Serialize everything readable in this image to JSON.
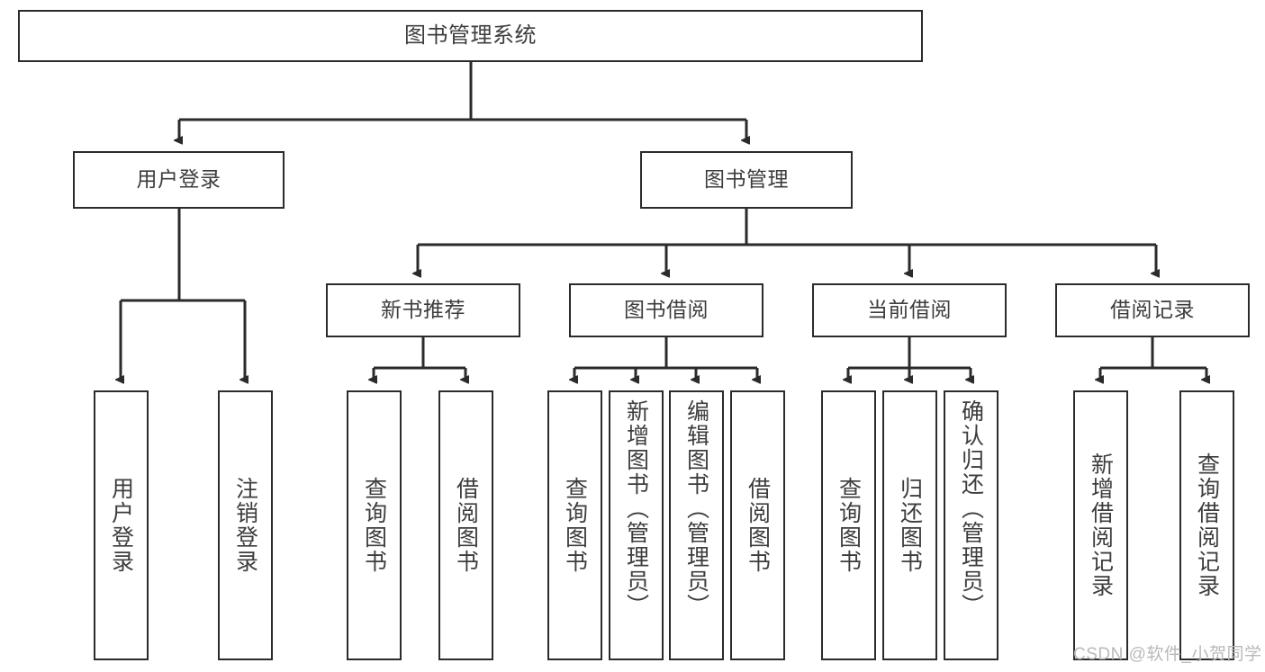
{
  "diagram": {
    "title": "图书管理系统",
    "type": "tree",
    "orientation": "top-down",
    "colors": {
      "node_border": "#2b2b2b",
      "node_fill": "#ffffff",
      "edge": "#2b2b2b",
      "text": "#3d3d3d",
      "watermark": "#b9b9b9"
    },
    "nodes": {
      "root": {
        "id": "root",
        "label": "图书管理系统",
        "level": 0,
        "text_direction": "horizontal"
      },
      "level1": [
        {
          "id": "user-login",
          "label": "用户登录",
          "level": 1,
          "text_direction": "horizontal"
        },
        {
          "id": "book-manage",
          "label": "图书管理",
          "level": 1,
          "text_direction": "horizontal"
        }
      ],
      "level2": [
        {
          "id": "new-book-recommend",
          "label": "新书推荐",
          "level": 2,
          "parent": "book-manage",
          "text_direction": "horizontal"
        },
        {
          "id": "book-borrow",
          "label": "图书借阅",
          "level": 2,
          "parent": "book-manage",
          "text_direction": "horizontal"
        },
        {
          "id": "current-borrow",
          "label": "当前借阅",
          "level": 2,
          "parent": "book-manage",
          "text_direction": "horizontal"
        },
        {
          "id": "borrow-record",
          "label": "借阅记录",
          "level": 2,
          "parent": "book-manage",
          "text_direction": "horizontal"
        }
      ],
      "leaves": [
        {
          "id": "leaf-user-login",
          "label": "用户登录",
          "parent": "user-login",
          "text_direction": "vertical"
        },
        {
          "id": "leaf-user-logout",
          "label": "注销登录",
          "parent": "user-login",
          "text_direction": "vertical"
        },
        {
          "id": "leaf-query-book-1",
          "label": "查询图书",
          "parent": "new-book-recommend",
          "text_direction": "vertical"
        },
        {
          "id": "leaf-borrow-book-1",
          "label": "借阅图书",
          "parent": "new-book-recommend",
          "text_direction": "vertical"
        },
        {
          "id": "leaf-query-book-2",
          "label": "查询图书",
          "parent": "book-borrow",
          "text_direction": "vertical"
        },
        {
          "id": "leaf-add-book",
          "label": "新增图书（管理员）",
          "parent": "book-borrow",
          "text_direction": "vertical"
        },
        {
          "id": "leaf-edit-book",
          "label": "编辑图书（管理员）",
          "parent": "book-borrow",
          "text_direction": "vertical"
        },
        {
          "id": "leaf-borrow-book-2",
          "label": "借阅图书",
          "parent": "book-borrow",
          "text_direction": "vertical"
        },
        {
          "id": "leaf-query-book-3",
          "label": "查询图书",
          "parent": "current-borrow",
          "text_direction": "vertical"
        },
        {
          "id": "leaf-return-book",
          "label": "归还图书",
          "parent": "current-borrow",
          "text_direction": "vertical"
        },
        {
          "id": "leaf-confirm-return",
          "label": "确认归还（管理员）",
          "parent": "current-borrow",
          "text_direction": "vertical"
        },
        {
          "id": "leaf-add-record",
          "label": "新增借阅记录",
          "parent": "borrow-record",
          "text_direction": "vertical"
        },
        {
          "id": "leaf-query-record",
          "label": "查询借阅记录",
          "parent": "borrow-record",
          "text_direction": "vertical"
        }
      ]
    },
    "watermark": "CSDN @软件_小贺同学"
  }
}
